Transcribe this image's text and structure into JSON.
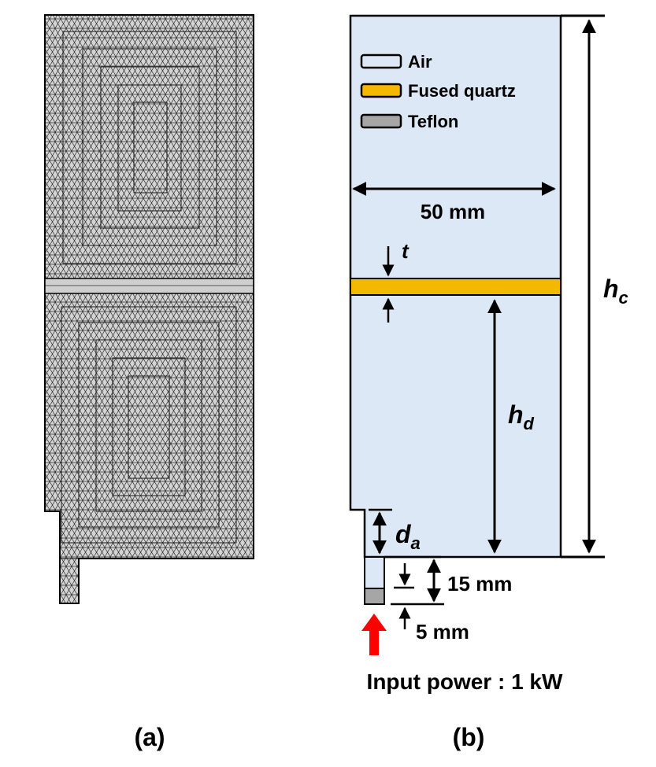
{
  "panel_a": {
    "caption": "(a)"
  },
  "panel_b": {
    "caption": "(b)",
    "legend": [
      {
        "label": "Air",
        "color": "#dce8f5"
      },
      {
        "label": "Fused quartz",
        "color": "#f5b800"
      },
      {
        "label": "Teflon",
        "color": "#a6a6a6"
      }
    ],
    "width_label": "50 mm",
    "thickness_label": "t",
    "height_cavity_main": "h",
    "height_cavity_sub": "c",
    "height_dielectric_main": "h",
    "height_dielectric_sub": "d",
    "antenna_main": "d",
    "antenna_sub": "a",
    "label_15": "15 mm",
    "label_5": "5 mm",
    "input_power": "Input power : 1 kW",
    "arrow_color": "#ff0000"
  }
}
